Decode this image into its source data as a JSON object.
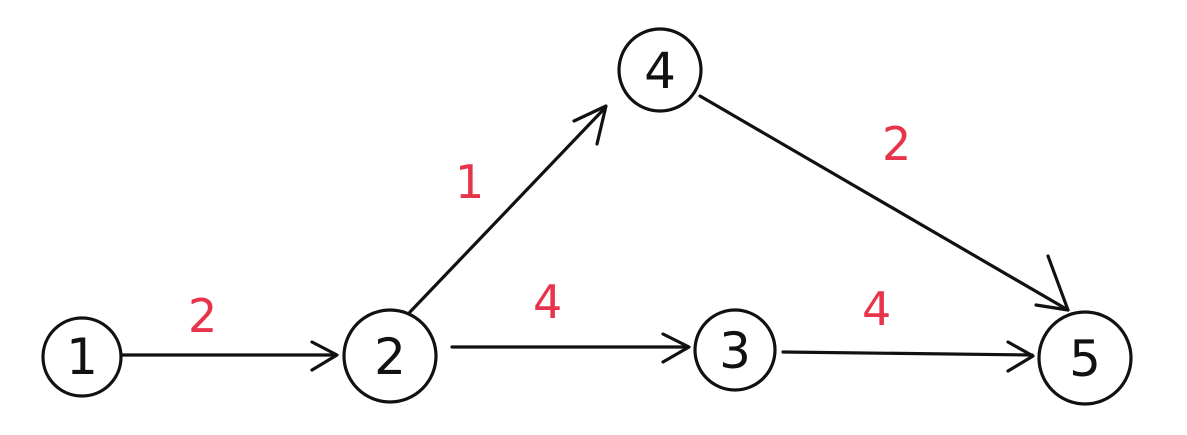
{
  "colors": {
    "ink": "#111111",
    "weight": "#e8344a"
  },
  "nodes": [
    {
      "id": "1",
      "label": "1"
    },
    {
      "id": "2",
      "label": "2"
    },
    {
      "id": "3",
      "label": "3"
    },
    {
      "id": "4",
      "label": "4"
    },
    {
      "id": "5",
      "label": "5"
    }
  ],
  "edges": [
    {
      "from": "1",
      "to": "2",
      "weight": "2"
    },
    {
      "from": "2",
      "to": "4",
      "weight": "1"
    },
    {
      "from": "2",
      "to": "3",
      "weight": "4"
    },
    {
      "from": "3",
      "to": "5",
      "weight": "4"
    },
    {
      "from": "4",
      "to": "5",
      "weight": "2"
    }
  ]
}
